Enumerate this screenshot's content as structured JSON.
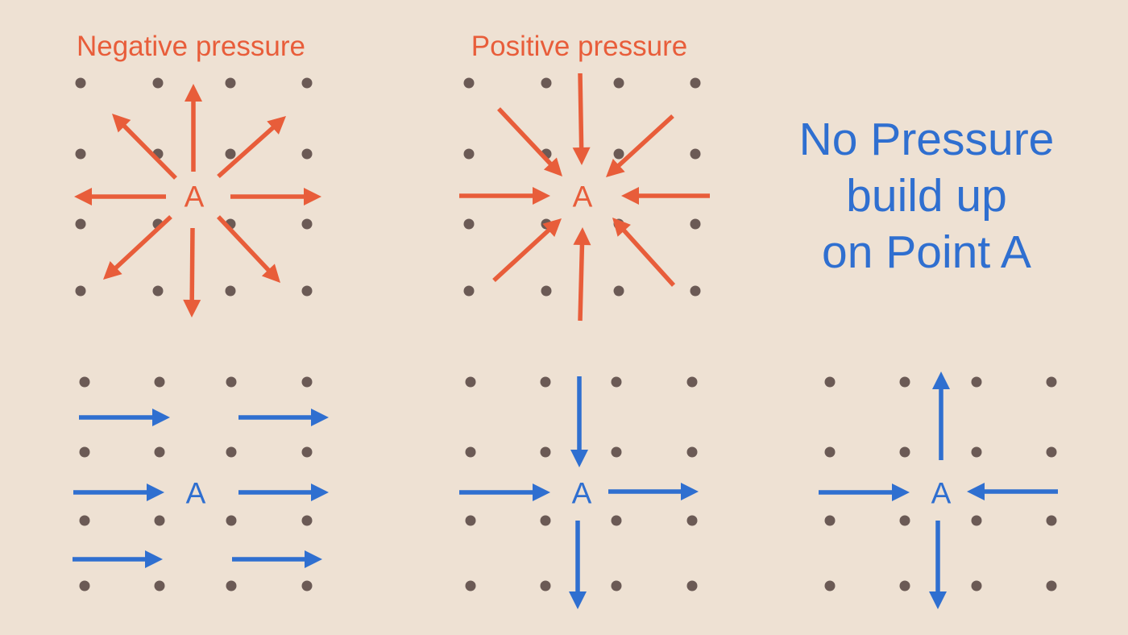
{
  "colors": {
    "background": "#eee1d3",
    "dot": "#6b5a55",
    "pressure": "#e85d3a",
    "flow": "#2f6fd0"
  },
  "panels": {
    "negative": {
      "title": "Negative pressure",
      "label": "A",
      "color": "#e85d3a"
    },
    "positive": {
      "title": "Positive pressure",
      "label": "A",
      "color": "#e85d3a"
    },
    "uniform": {
      "label": "A",
      "color": "#2f6fd0"
    },
    "split": {
      "label": "A",
      "color": "#2f6fd0"
    },
    "turn": {
      "label": "A",
      "color": "#2f6fd0"
    }
  },
  "caption": {
    "line1": "No Pressure",
    "line2": "build up",
    "line3": "on Point A",
    "color": "#2f6fd0"
  }
}
